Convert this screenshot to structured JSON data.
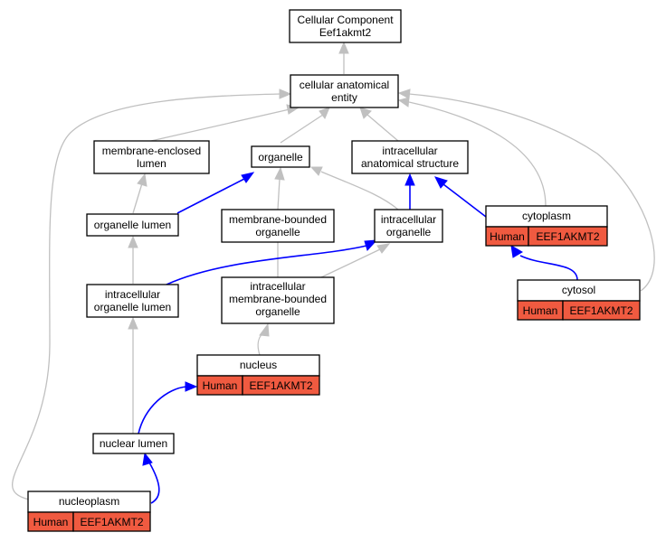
{
  "graph": {
    "root": {
      "line1": "Cellular Component",
      "line2": "Eef1akmt2"
    },
    "cellular_anatomical_entity": {
      "line1": "cellular anatomical",
      "line2": "entity"
    },
    "membrane_enclosed_lumen": {
      "line1": "membrane-enclosed",
      "line2": "lumen"
    },
    "organelle": {
      "line1": "organelle"
    },
    "intracellular_anatomical_structure": {
      "line1": "intracellular",
      "line2": "anatomical structure"
    },
    "organelle_lumen": {
      "line1": "organelle lumen"
    },
    "membrane_bounded_organelle": {
      "line1": "membrane-bounded",
      "line2": "organelle"
    },
    "intracellular_organelle": {
      "line1": "intracellular",
      "line2": "organelle"
    },
    "cytoplasm": {
      "title": "cytoplasm",
      "species": "Human",
      "gene": "EEF1AKMT2"
    },
    "cytosol": {
      "title": "cytosol",
      "species": "Human",
      "gene": "EEF1AKMT2"
    },
    "intracellular_organelle_lumen": {
      "line1": "intracellular",
      "line2": "organelle lumen"
    },
    "intracellular_membrane_bounded_organelle": {
      "line1": "intracellular",
      "line2": "membrane-bounded",
      "line3": "organelle"
    },
    "nucleus": {
      "title": "nucleus",
      "species": "Human",
      "gene": "EEF1AKMT2"
    },
    "nuclear_lumen": {
      "line1": "nuclear lumen"
    },
    "nucleoplasm": {
      "title": "nucleoplasm",
      "species": "Human",
      "gene": "EEF1AKMT2"
    }
  },
  "colors": {
    "annotation_fill": "#f05a40",
    "is_a_edge": "#c0c0c0",
    "part_of_edge": "#0000ff"
  }
}
